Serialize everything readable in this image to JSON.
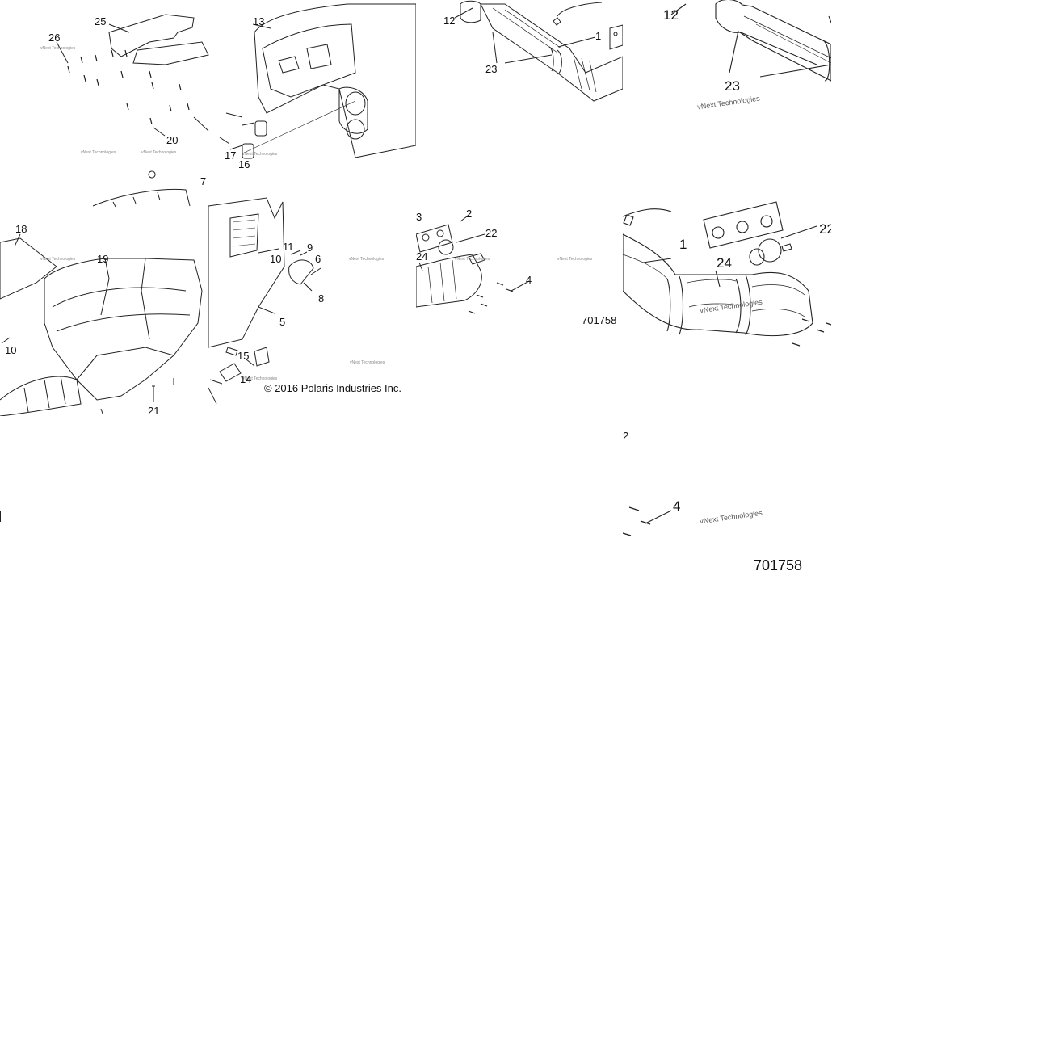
{
  "callouts_tile_a": {
    "c26": "26",
    "c25": "25",
    "c13": "13",
    "c20": "20",
    "c17": "17",
    "c16": "16",
    "c7": "7",
    "c18": "18",
    "c19": "19",
    "c10": "10",
    "c21": "21",
    "c11": "11",
    "c9": "9",
    "c10b": "10",
    "c6": "6",
    "c8": "8",
    "c5": "5",
    "c15": "15",
    "c14": "14"
  },
  "callouts_tile_b": {
    "c12": "12",
    "c1": "1",
    "c23": "23",
    "c3": "3",
    "c2": "2",
    "c22": "22",
    "c24": "24",
    "c4": "4",
    "figure_number": "701758"
  },
  "callouts_tile_c": {
    "c12": "12",
    "c23": "23",
    "c1": "1",
    "c24": "24",
    "c22": "22",
    "c2": "2",
    "c4": "4",
    "figure_number": "701758"
  },
  "copyright": "© 2016 Polaris Industries Inc.",
  "watermark": "vNext Technologies",
  "colors": {
    "line": "#222222",
    "background": "#ffffff"
  }
}
